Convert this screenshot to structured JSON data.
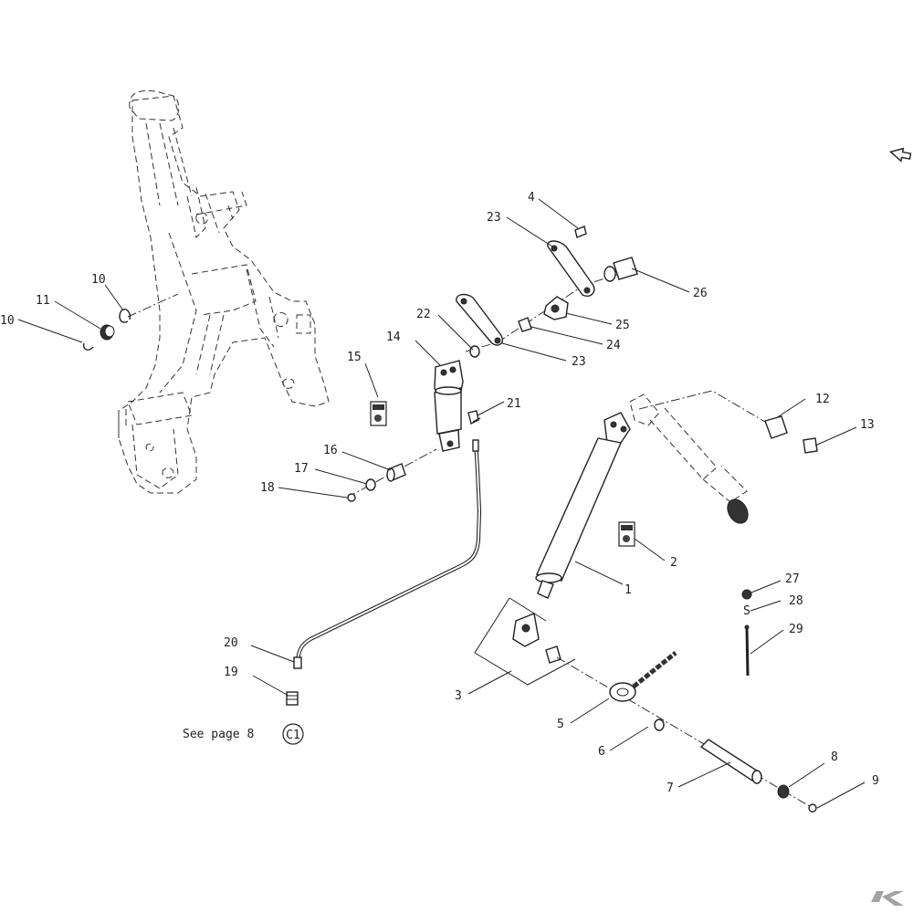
{
  "callouts": {
    "c1": "1",
    "c2": "2",
    "c3": "3",
    "c4": "4",
    "c5": "5",
    "c6": "6",
    "c7": "7",
    "c8": "8",
    "c9": "9",
    "c10a": "10",
    "c10b": "10",
    "c11": "11",
    "c12": "12",
    "c13": "13",
    "c14": "14",
    "c15": "15",
    "c16": "16",
    "c17": "17",
    "c18": "18",
    "c19": "19",
    "c20": "20",
    "c21": "21",
    "c22": "22",
    "c23a": "23",
    "c23b": "23",
    "c24": "24",
    "c25": "25",
    "c26": "26",
    "c27": "27",
    "c28": "28",
    "c29": "29"
  },
  "reference": {
    "text": "See page 8",
    "badge": "C1"
  },
  "colors": {
    "line": "#222222",
    "accent": "#7a7a7a"
  },
  "icons": {
    "nav": "next-page-arrow-icon",
    "brand": "brand-logo-icon"
  }
}
